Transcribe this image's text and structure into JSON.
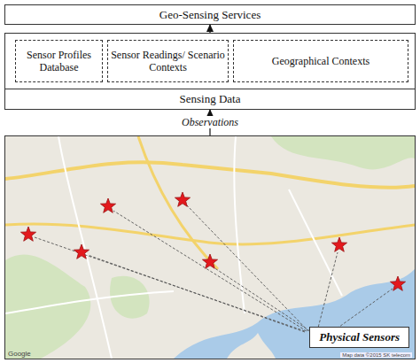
{
  "diagram": {
    "nodes": [
      {
        "text": [
          "Geo-Sensing Services"
        ]
      },
      {
        "text": [
          "Sensing Data"
        ]
      },
      {
        "text": [
          "Sensor Profiles Database"
        ],
        "in": 1
      },
      {
        "text": [
          "Sensor Readings/ Scenario Contexts"
        ],
        "in": 1
      },
      {
        "text": [
          "Geographical Contexts"
        ],
        "in": 1
      },
      {
        "text": [
          "Physical Sensors"
        ]
      }
    ],
    "edges": [
      {
        "from": 1,
        "to": 0,
        "arrow": "to"
      },
      {
        "from": 5,
        "to": 1,
        "label": "Observations",
        "arrow": "to"
      }
    ],
    "labels": [
      "Google",
      "Map data ©2015 SK telecom"
    ]
  }
}
